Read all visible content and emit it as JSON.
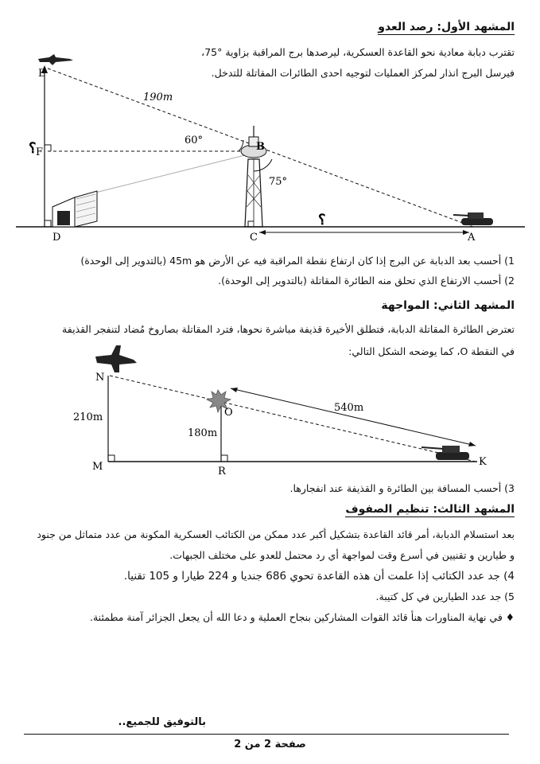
{
  "scene1": {
    "title": "المشهد الأول: رصد العدو",
    "line1": "تقترب دبابة معادية نحو القاعدة العسكرية، ليرصدها برج المراقبة بزاوية °75،",
    "line2": "فيرسل البرج انذار لمركز العمليات لتوجيه احدى الطائرات المقاتلة للتدخل.",
    "q1": "1)  أحسب بعد الدبابة عن البرج إذا كان ارتفاع نقطة المراقبة فيه عن الأرض هو 45m (بالتدوير إلى الوحدة)",
    "q2": "2)  أحسب الارتفاع الذي تحلق منه الطائرة المقاتلة (بالتدوير إلى الوحدة).",
    "figure": {
      "points": [
        "E",
        "F",
        "B",
        "D",
        "C",
        "A"
      ],
      "dist_EB": "190m",
      "angle_B_top": "60°",
      "angle_B_right": "75°",
      "unknown_height": "؟",
      "unknown_dist": "؟"
    }
  },
  "scene2": {
    "title": "المشهد الثاني: المواجهة",
    "line1": "تعترض الطائرة المقاتلة الدبابة، فتطلق الأخيرة قذيفة مباشرة نحوها، فترد المقاتلة بصاروخ مُضاد لتنفجر القذيفة",
    "line2": "في النقطة O، كما يوضحه الشكل التالي:",
    "q3": "3)  أحسب المسافة بين الطائرة و القذيفة عند انفجارها.",
    "figure": {
      "points": [
        "N",
        "O",
        "M",
        "R",
        "K"
      ],
      "dist_NK": "540m",
      "height_NM": "210m",
      "height_OR": "180m"
    }
  },
  "scene3": {
    "title": "المشهد الثالث: تنظيم الصفوف",
    "line1": "بعد استسلام الدبابة، أمر قائد القاعدة بتشكيل أكبر عدد ممكن من الكتائب العسكرية المكونة من عدد متماثل من جنود",
    "line2": "و طيارين و تقنيين في أسرع وقت لمواجهة أي رد محتمل للعدو على مختلف الجبهات.",
    "q4": "4)  جد عدد الكتائب إذا علمت أن هذه القاعدة تحوي 686 جنديا و 224 طيارا و 105 تقنيا.",
    "q5": "5)  جد عدد الطيارين في كل كتيبة.",
    "closing": "♦  في نهاية المناورات هنأ قائد القوات المشاركين بنجاح العملية و دعا الله أن يجعل الجزائر آمنة مطمئنة."
  },
  "footer": {
    "wish": "بالتوفيق للجميع..",
    "page": "صفحة 2 من 2"
  }
}
